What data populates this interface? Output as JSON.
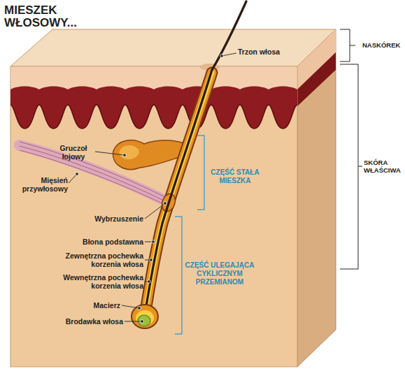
{
  "diagram": {
    "title": "MIESZEK WŁOSOWY...",
    "labels": [
      "Trzon włosa",
      "NASKÓREK",
      "SKÓRA WŁAŚCIWA",
      "Gruczoł łojowy",
      "Mięsień przywłosowy",
      "CZĘŚĆ STAŁA MIESZKA",
      "Wybrzuszenie",
      "Błona podstawna",
      "Zewnętrzna pochewka korzenia włosa",
      "Wewnętrzna pochewka korzenia włosa",
      "CZĘŚĆ ULEGAJĄCA CYKLICZNYM PRZEMIANOM",
      "Macierz",
      "Brodawka włosa"
    ]
  }
}
